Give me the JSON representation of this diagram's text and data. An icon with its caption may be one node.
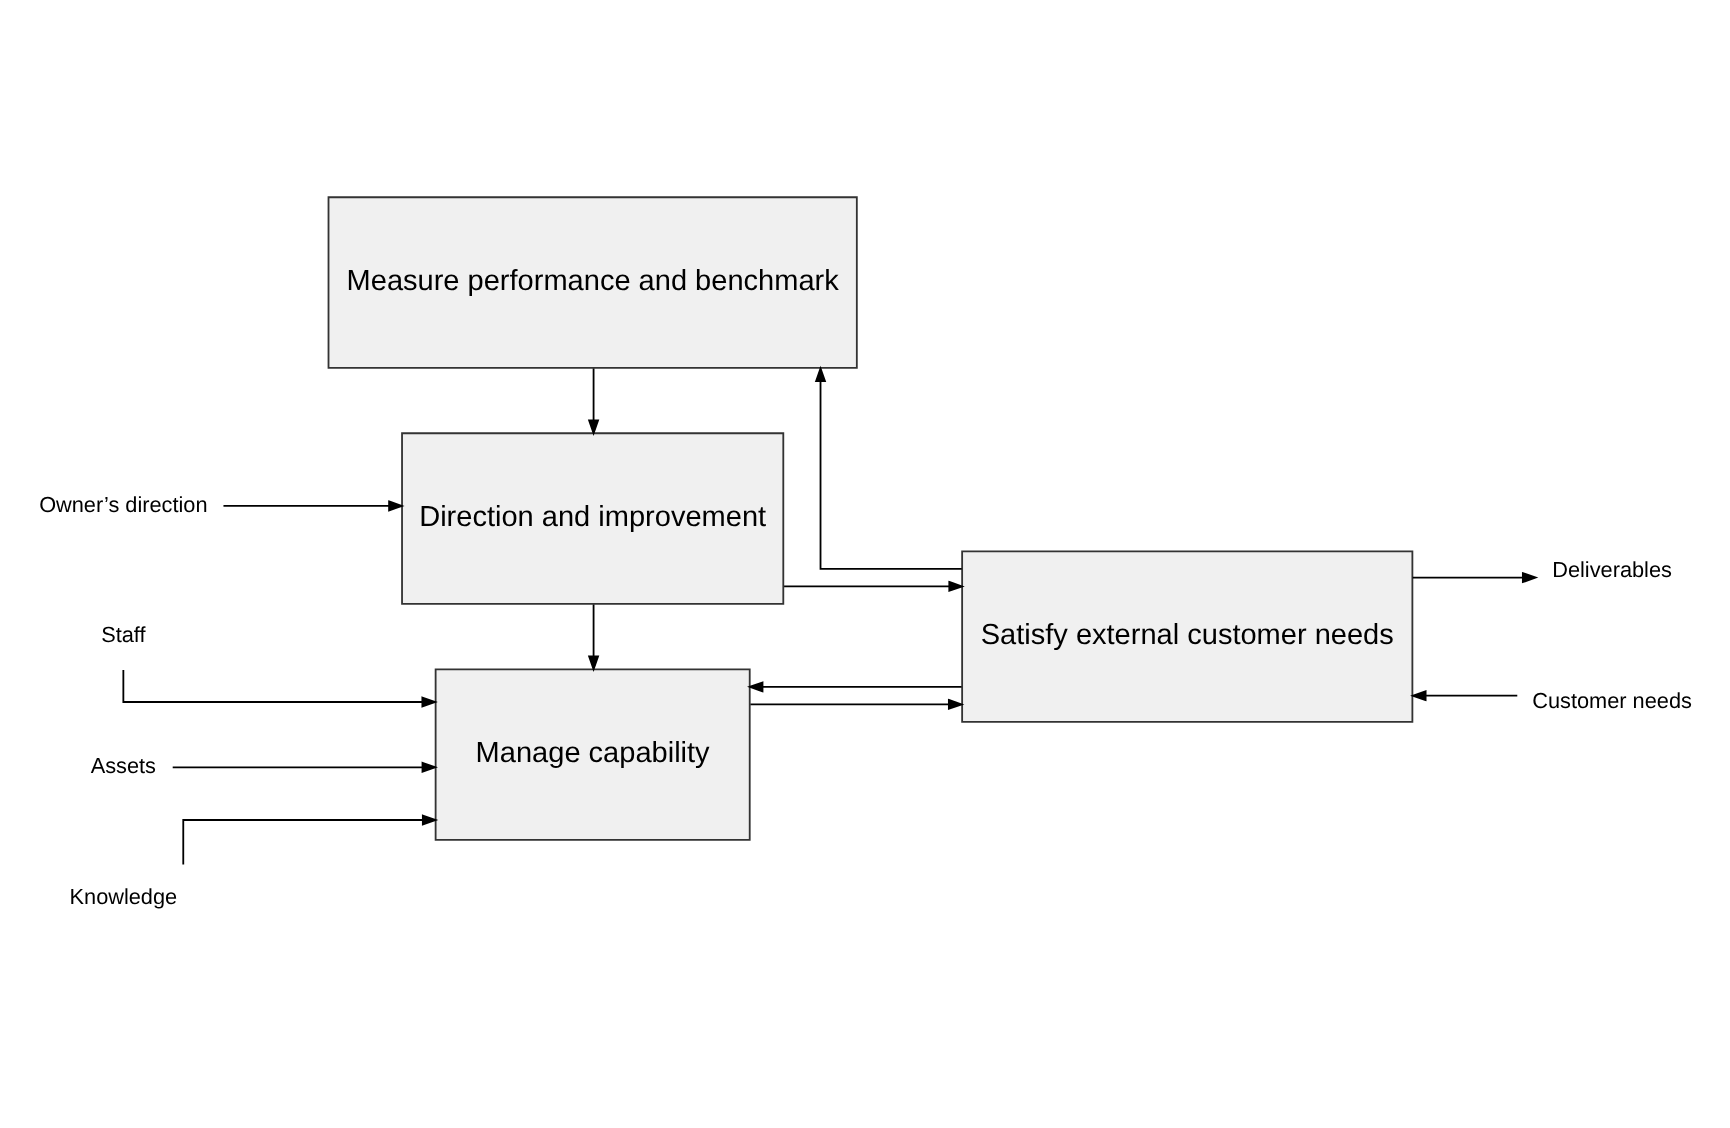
{
  "diagram": {
    "nodes": [
      {
        "text": [
          "Direction and improvement"
        ]
      },
      {
        "text": [
          "Manage capability"
        ]
      },
      {
        "text": [
          "Satisfy external customer needs"
        ]
      },
      {
        "text": [
          "Measure performance and benchmark"
        ]
      },
      {
        "text": [
          "Owner’s direction"
        ]
      },
      {
        "text": [
          "Deliverables"
        ]
      },
      {
        "text": [
          "Staff"
        ]
      },
      {
        "text": [
          "Assets"
        ]
      },
      {
        "text": [
          "Knowledge"
        ]
      },
      {
        "text": [
          "Customer needs"
        ]
      }
    ],
    "edges": [
      {
        "from": 4,
        "to": 0,
        "arrow": "to"
      },
      {
        "from": 0,
        "to": 1,
        "arrow": "to"
      },
      {
        "from": 0,
        "to": 2,
        "arrow": "to"
      },
      {
        "from": 1,
        "to": 2,
        "arrow": "to"
      },
      {
        "from": 2,
        "to": 1,
        "arrow": "to"
      },
      {
        "from": 2,
        "to": 5,
        "arrow": "to"
      },
      {
        "from": 6,
        "to": 1,
        "arrow": "to"
      },
      {
        "from": 7,
        "to": 1,
        "arrow": "to"
      },
      {
        "from": 8,
        "to": 1,
        "arrow": "to"
      },
      {
        "from": 9,
        "to": 2,
        "arrow": "to"
      },
      {
        "from": 2,
        "to": 3,
        "arrow": "to"
      },
      {
        "from": 3,
        "to": 0,
        "arrow": "to"
      }
    ]
  }
}
